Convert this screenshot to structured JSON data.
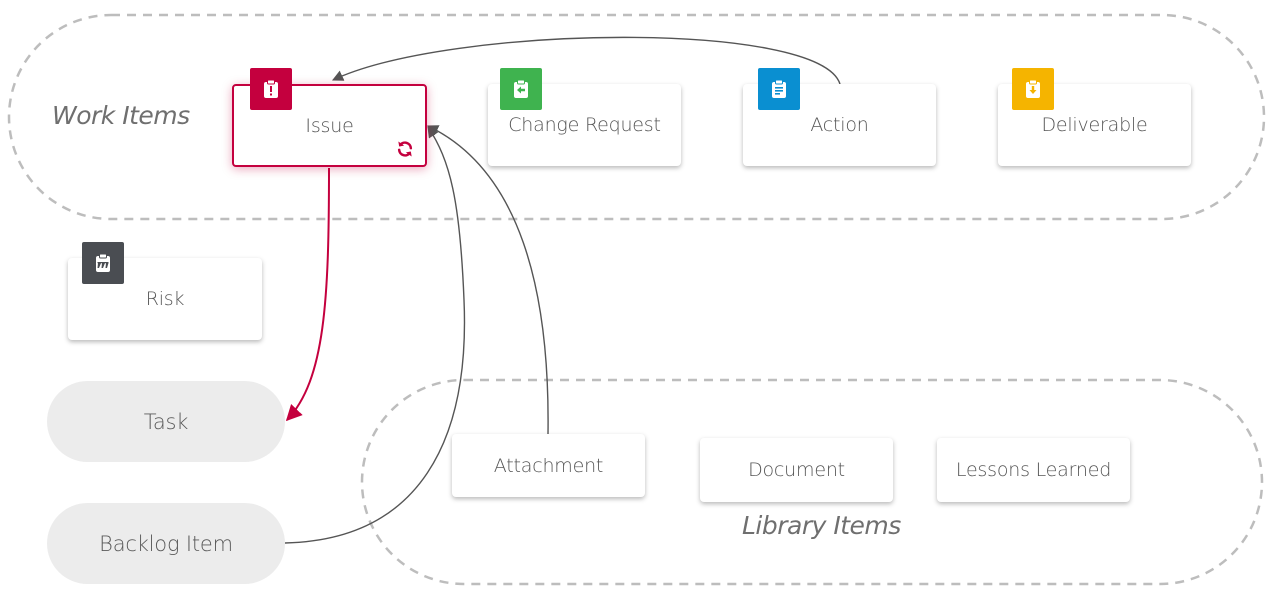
{
  "groups": {
    "work_items": {
      "label": "Work Items"
    },
    "library_items": {
      "label": "Library Items"
    }
  },
  "work_items": {
    "issue": {
      "label": "Issue",
      "icon": "issue-clipboard-icon",
      "color": "#c4003e"
    },
    "change_request": {
      "label": "Change Request",
      "icon": "change-request-clipboard-icon",
      "color": "#3fb34f"
    },
    "action": {
      "label": "Action",
      "icon": "action-clipboard-icon",
      "color": "#0a8fd1"
    },
    "deliverable": {
      "label": "Deliverable",
      "icon": "deliverable-clipboard-icon",
      "color": "#f5b400"
    }
  },
  "risk": {
    "label": "Risk",
    "icon": "risk-clipboard-icon",
    "color": "#4a4d52"
  },
  "pills": {
    "task": {
      "label": "Task"
    },
    "backlog_item": {
      "label": "Backlog Item"
    }
  },
  "library_items": {
    "attachment": {
      "label": "Attachment"
    },
    "document": {
      "label": "Document"
    },
    "lessons_learned": {
      "label": "Lessons Learned"
    }
  },
  "colors": {
    "selected": "#c4003e",
    "connector": "#555555",
    "group_border": "#bdbdbd",
    "pill_fill": "#ececec"
  }
}
